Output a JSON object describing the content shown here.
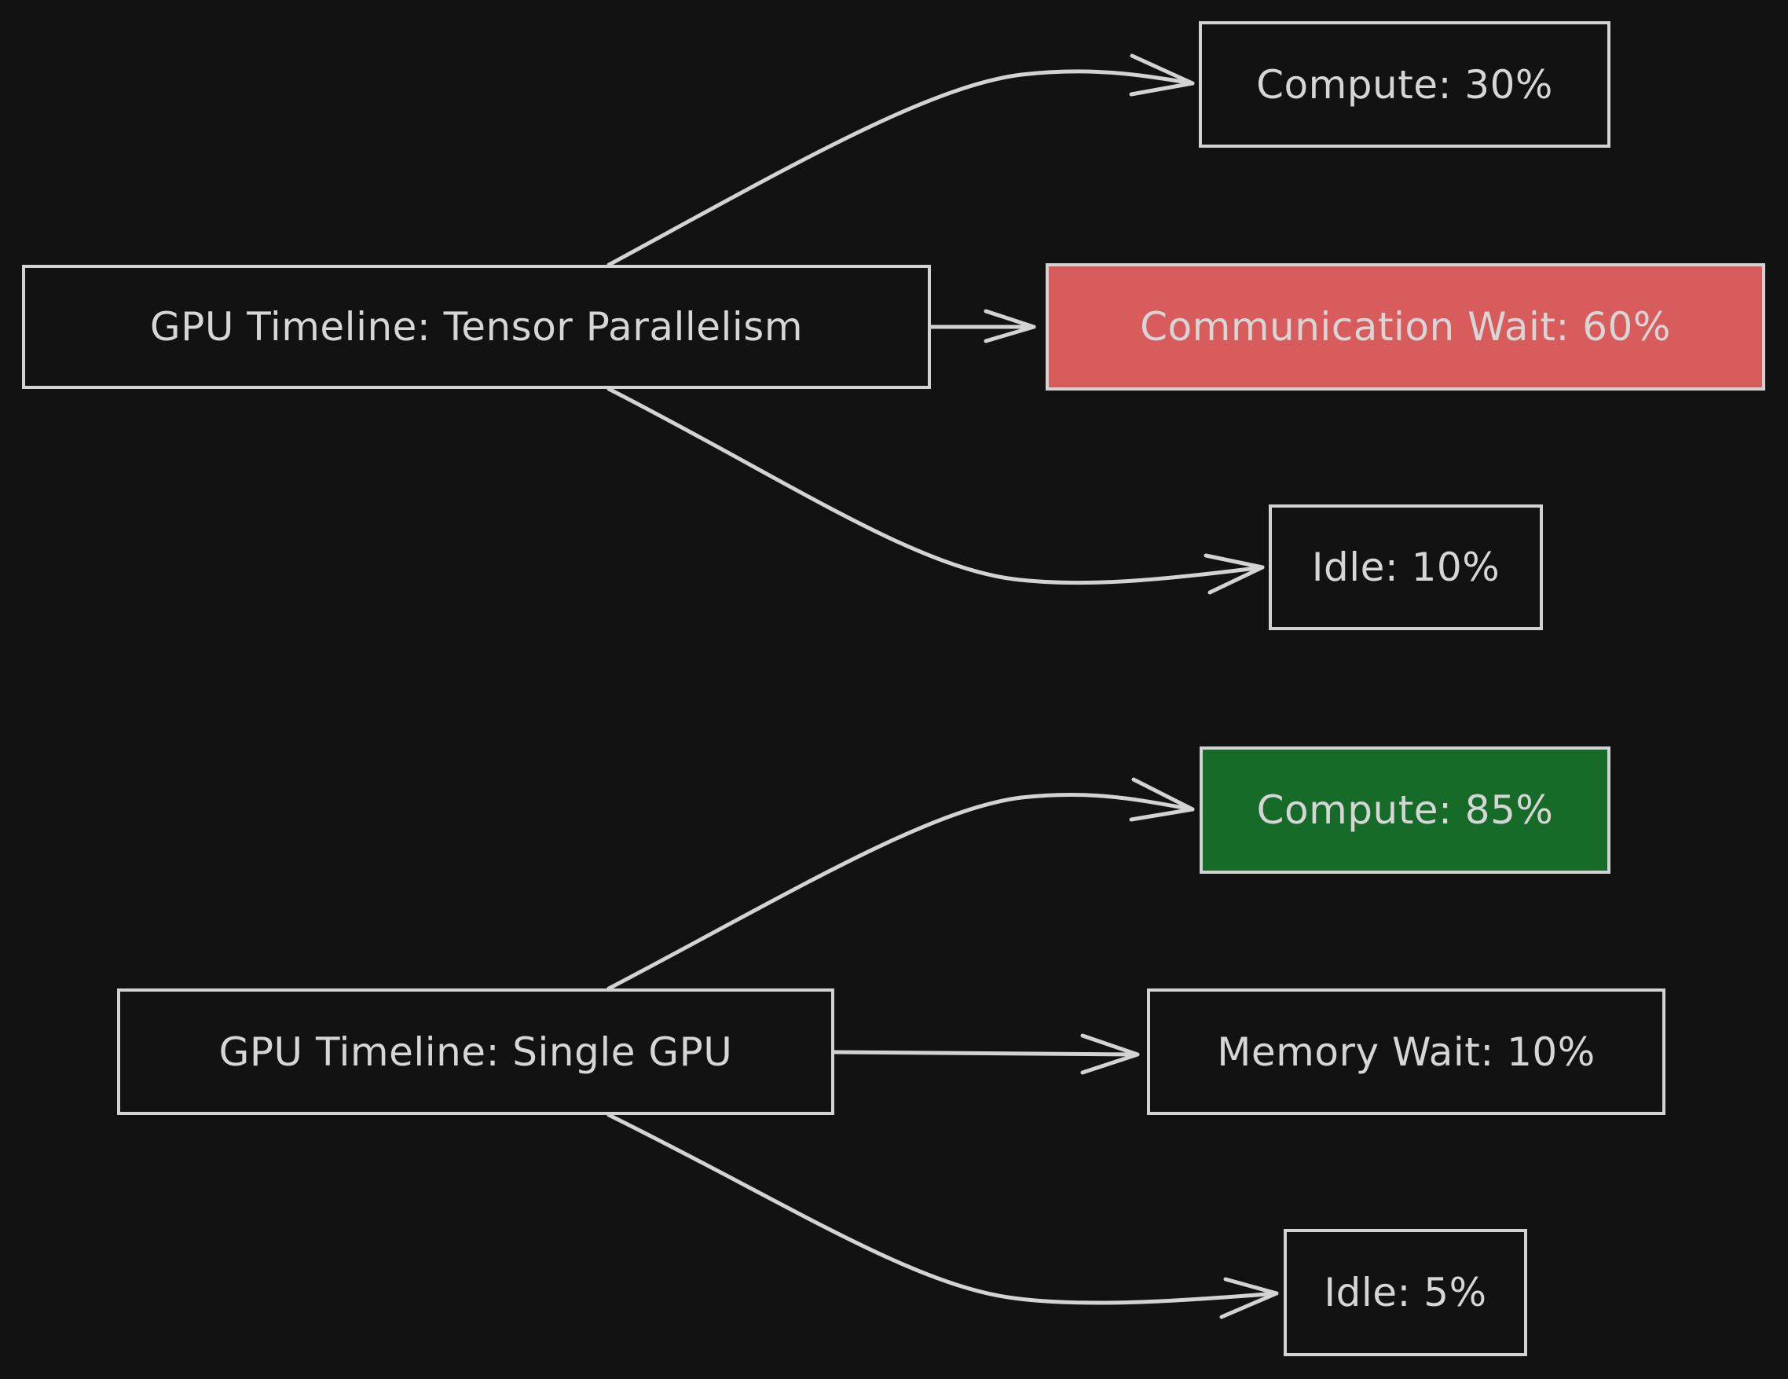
{
  "colors": {
    "background": "#121212",
    "stroke": "#d3d3d3",
    "text": "#d6d6d6",
    "highlight_bad": "#d95c5c",
    "highlight_good": "#166b29"
  },
  "groups": [
    {
      "source": {
        "label": "GPU Timeline: Tensor Parallelism"
      },
      "targets": [
        {
          "label": "Compute: 30%",
          "value": 30,
          "highlight": "none"
        },
        {
          "label": "Communication Wait: 60%",
          "value": 60,
          "highlight": "bad"
        },
        {
          "label": "Idle: 10%",
          "value": 10,
          "highlight": "none"
        }
      ]
    },
    {
      "source": {
        "label": "GPU Timeline: Single GPU"
      },
      "targets": [
        {
          "label": "Compute: 85%",
          "value": 85,
          "highlight": "good"
        },
        {
          "label": "Memory Wait: 10%",
          "value": 10,
          "highlight": "none"
        },
        {
          "label": "Idle: 5%",
          "value": 5,
          "highlight": "none"
        }
      ]
    }
  ]
}
